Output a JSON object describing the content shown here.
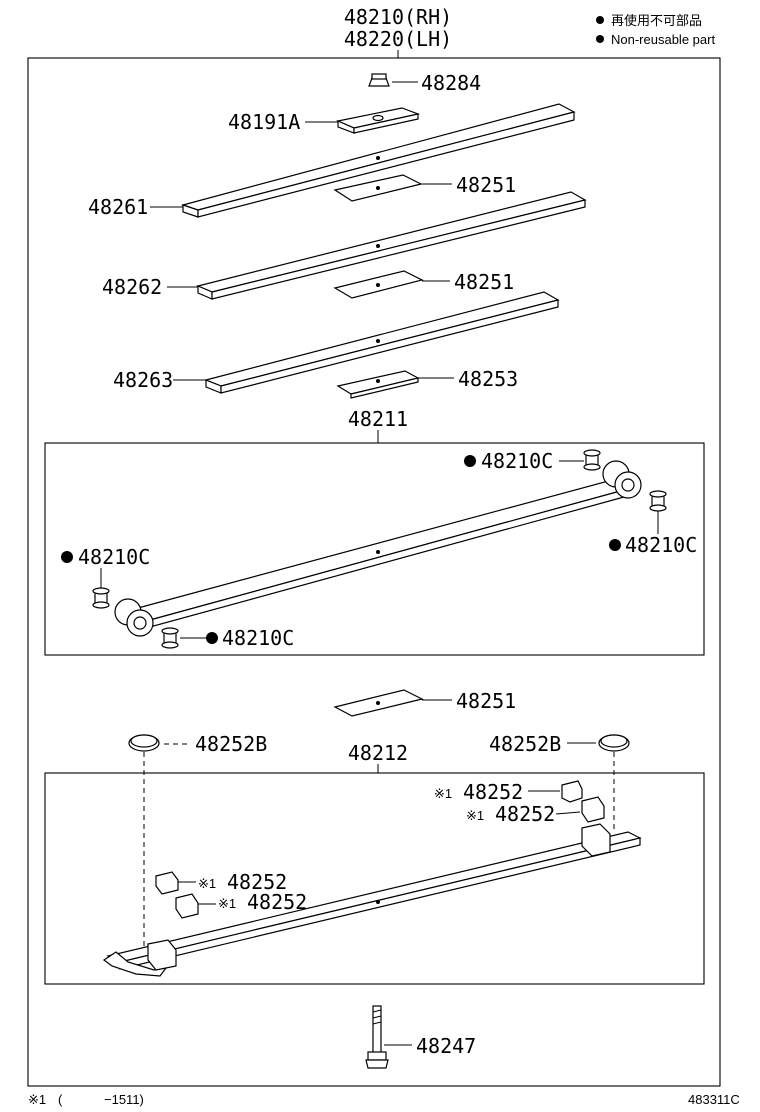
{
  "header": {
    "assembly_rh": "48210(RH)",
    "assembly_lh": "48220(LH)"
  },
  "legend": {
    "japanese": "再使用不可部品",
    "english": "Non-reusable part",
    "bullet_icon": "filled-circle-icon"
  },
  "parts": {
    "p48284": "48284",
    "p48191a": "48191A",
    "p48261": "48261",
    "p48251_a": "48251",
    "p48262": "48262",
    "p48251_b": "48251",
    "p48263": "48263",
    "p48253": "48253",
    "p48211": "48211",
    "bush_top": "48210C",
    "bush_right": "48210C",
    "bush_left": "48210C",
    "bush_bottom": "48210C",
    "p48251_c": "48251",
    "p48252b_left": "48252B",
    "p48252b_right": "48252B",
    "p48212": "48212",
    "clip_r1": "48252",
    "clip_r2": "48252",
    "clip_l1": "48252",
    "clip_l2": "48252",
    "p48247": "48247"
  },
  "marks": {
    "note_mark": "※1"
  },
  "footer": {
    "note_mark": "※1",
    "note_paren_open": "(",
    "note_range": "−1511)",
    "diagram_id": "483311C"
  }
}
